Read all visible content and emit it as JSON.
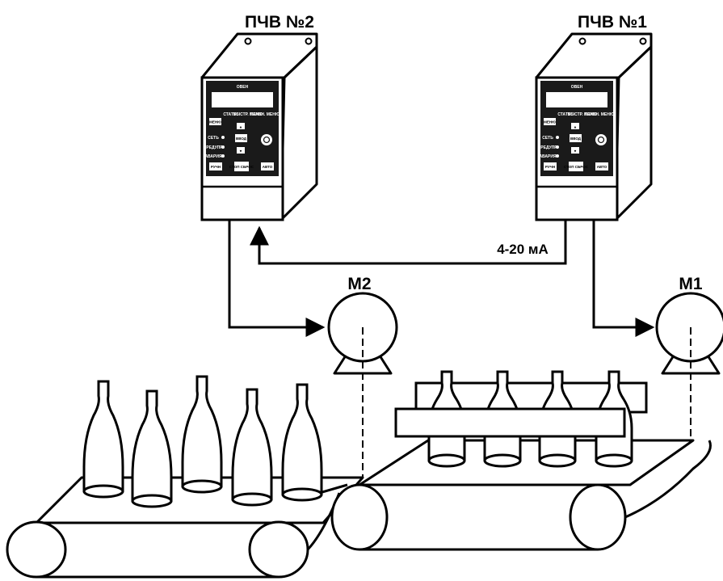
{
  "drives": {
    "pchv2": {
      "label": "ПЧВ №2"
    },
    "pchv1": {
      "label": "ПЧВ №1"
    }
  },
  "panel": {
    "brand": "ОВЕН",
    "keys": {
      "menu": "МЕНЮ",
      "enter": "ВВОД",
      "manual": "РУЧН",
      "stop": "СТОП СБРОС",
      "auto": "АВТО",
      "up": "▲",
      "down": "▼"
    },
    "leds": {
      "status": "СТАТУС",
      "quick_menu": "БЫСТР. МЕНЮ",
      "main_menu": "ГЛАВН. МЕНЮ",
      "on": "СЕТЬ",
      "warn": "ПРЕДУПР.",
      "alarm": "АВАРИЯ"
    }
  },
  "signal": {
    "label": "4-20 мА"
  },
  "motors": {
    "m2": {
      "label": "М2"
    },
    "m1": {
      "label": "М1"
    }
  },
  "colors": {
    "line": "#000000",
    "background": "#ffffff",
    "panel_dark": "#1a1a1a"
  }
}
